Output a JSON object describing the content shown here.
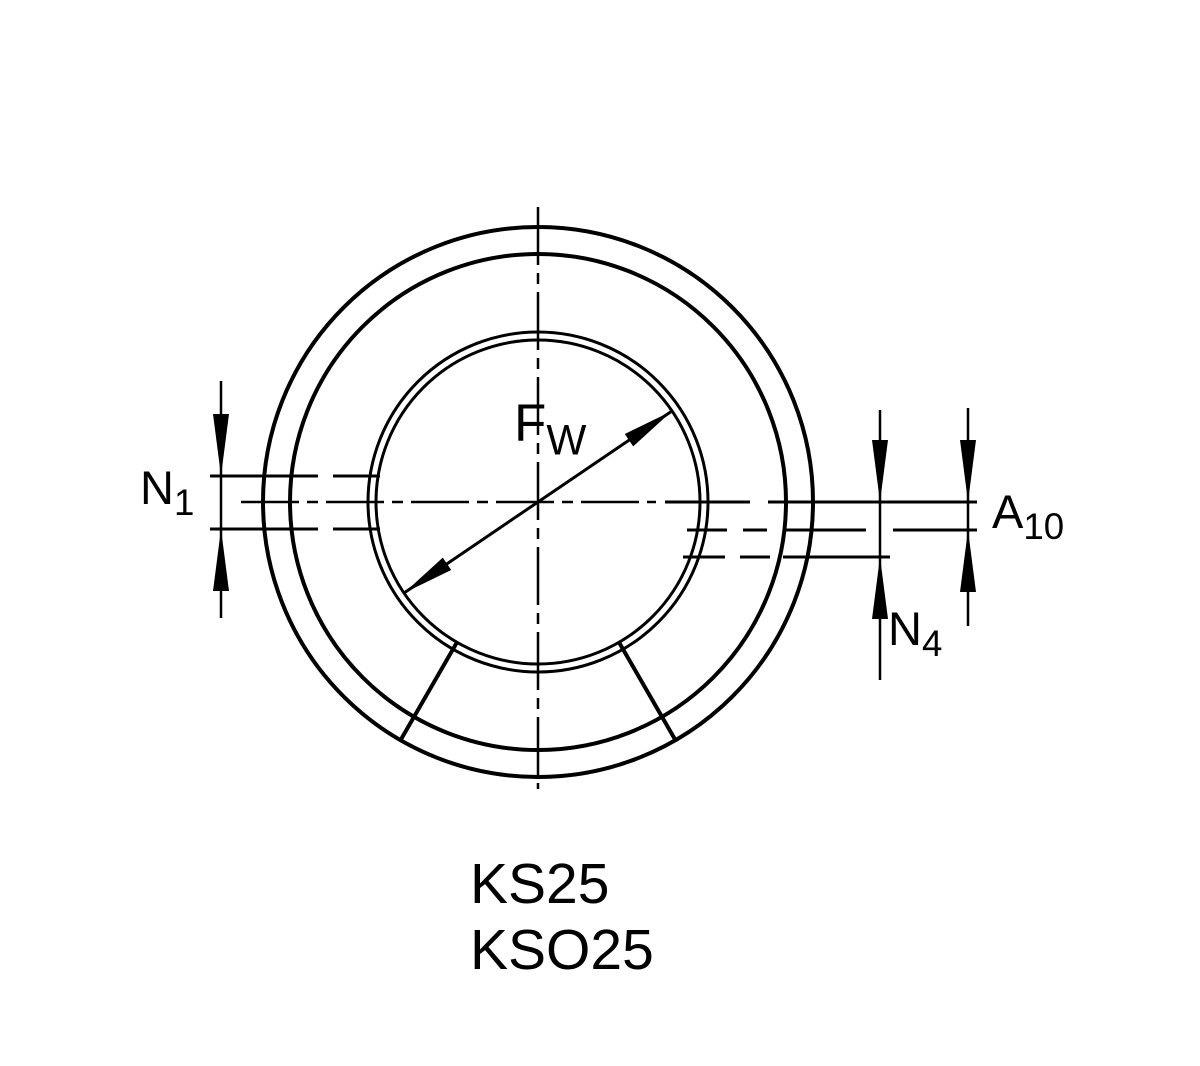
{
  "drawing": {
    "models": {
      "line1": "KS25",
      "line2": "KSO25"
    },
    "dimensions": {
      "bore_diameter": {
        "main": "F",
        "sub": "W"
      },
      "slit_width": {
        "main": "N",
        "sub": "1"
      },
      "groove_offset": {
        "main": "A",
        "sub": "10"
      },
      "groove_width": {
        "main": "N",
        "sub": "4"
      }
    },
    "colors": {
      "line": "#000000",
      "background": "#ffffff"
    }
  }
}
